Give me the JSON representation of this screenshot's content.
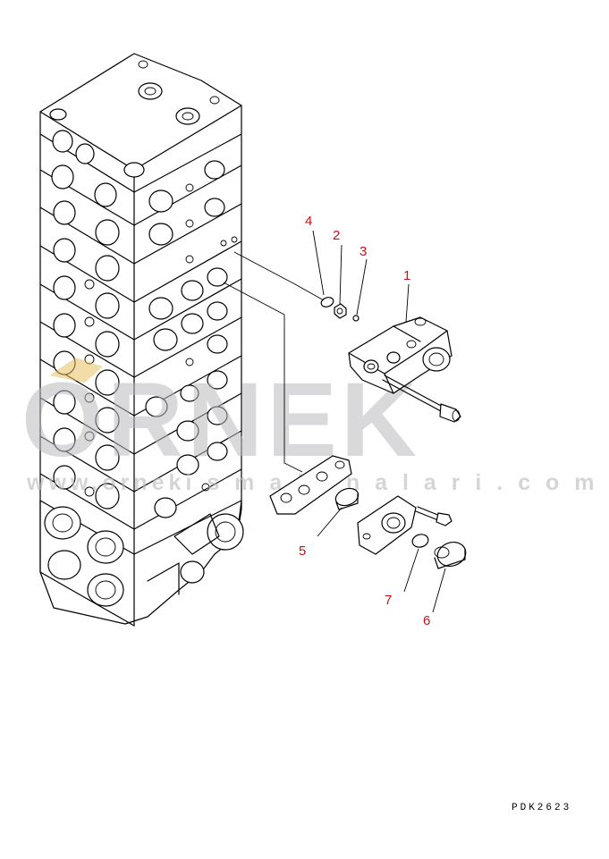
{
  "diagram": {
    "callouts": {
      "c1": "1",
      "c2": "2",
      "c3": "3",
      "c4": "4",
      "c5": "5",
      "c6": "6",
      "c7": "7"
    },
    "drawing_code": "PDK2623",
    "watermark": {
      "brand": "ORNEK",
      "url": "www.orneki s m a k i n a l a r i . c o m . t r"
    },
    "accent_color": "#c0141c"
  }
}
